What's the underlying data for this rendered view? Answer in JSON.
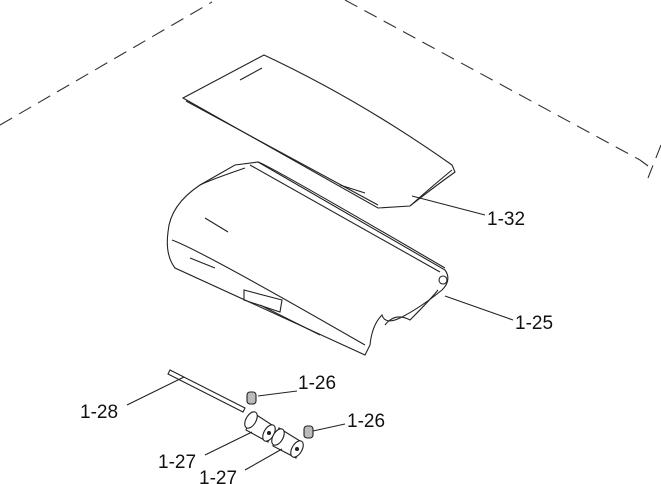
{
  "diagram": {
    "type": "exploded parts view",
    "callouts": [
      {
        "id": "c1",
        "label": "1-32"
      },
      {
        "id": "c2",
        "label": "1-25"
      },
      {
        "id": "c3",
        "label": "1-26"
      },
      {
        "id": "c4",
        "label": "1-28"
      },
      {
        "id": "c5",
        "label": "1-26"
      },
      {
        "id": "c6",
        "label": "1-27"
      },
      {
        "id": "c7",
        "label": "1-27"
      }
    ]
  }
}
